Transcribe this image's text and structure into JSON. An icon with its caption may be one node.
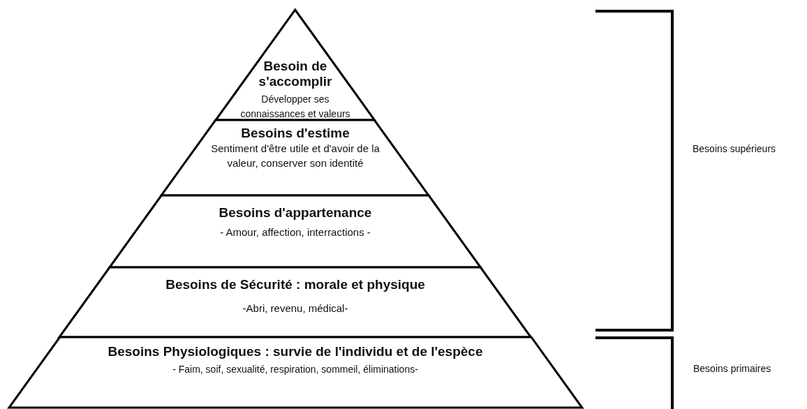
{
  "diagram": {
    "nodes": [
      {
        "text": [
          "Besoin de s'accomplir",
          "Développer ses connaissances et valeurs"
        ]
      },
      {
        "text": [
          "Besoins d'estime",
          "Sentiment d'être utile et d'avoir de la valeur, conserver son identité"
        ]
      },
      {
        "text": [
          "Besoins d'appartenance",
          "- Amour, affection, interractions -"
        ]
      },
      {
        "text": [
          "Besoins de Sécurité : morale et physique",
          "-Abri, revenu, médical-"
        ]
      },
      {
        "text": [
          "Besoins Physiologiques : survie de l'individu et de l'espèce",
          "- Faim, soif, sexualité, respiration, sommeil, éliminations-"
        ]
      }
    ],
    "labels": [
      "Besoins supérieurs",
      "Besoins primaires"
    ]
  }
}
